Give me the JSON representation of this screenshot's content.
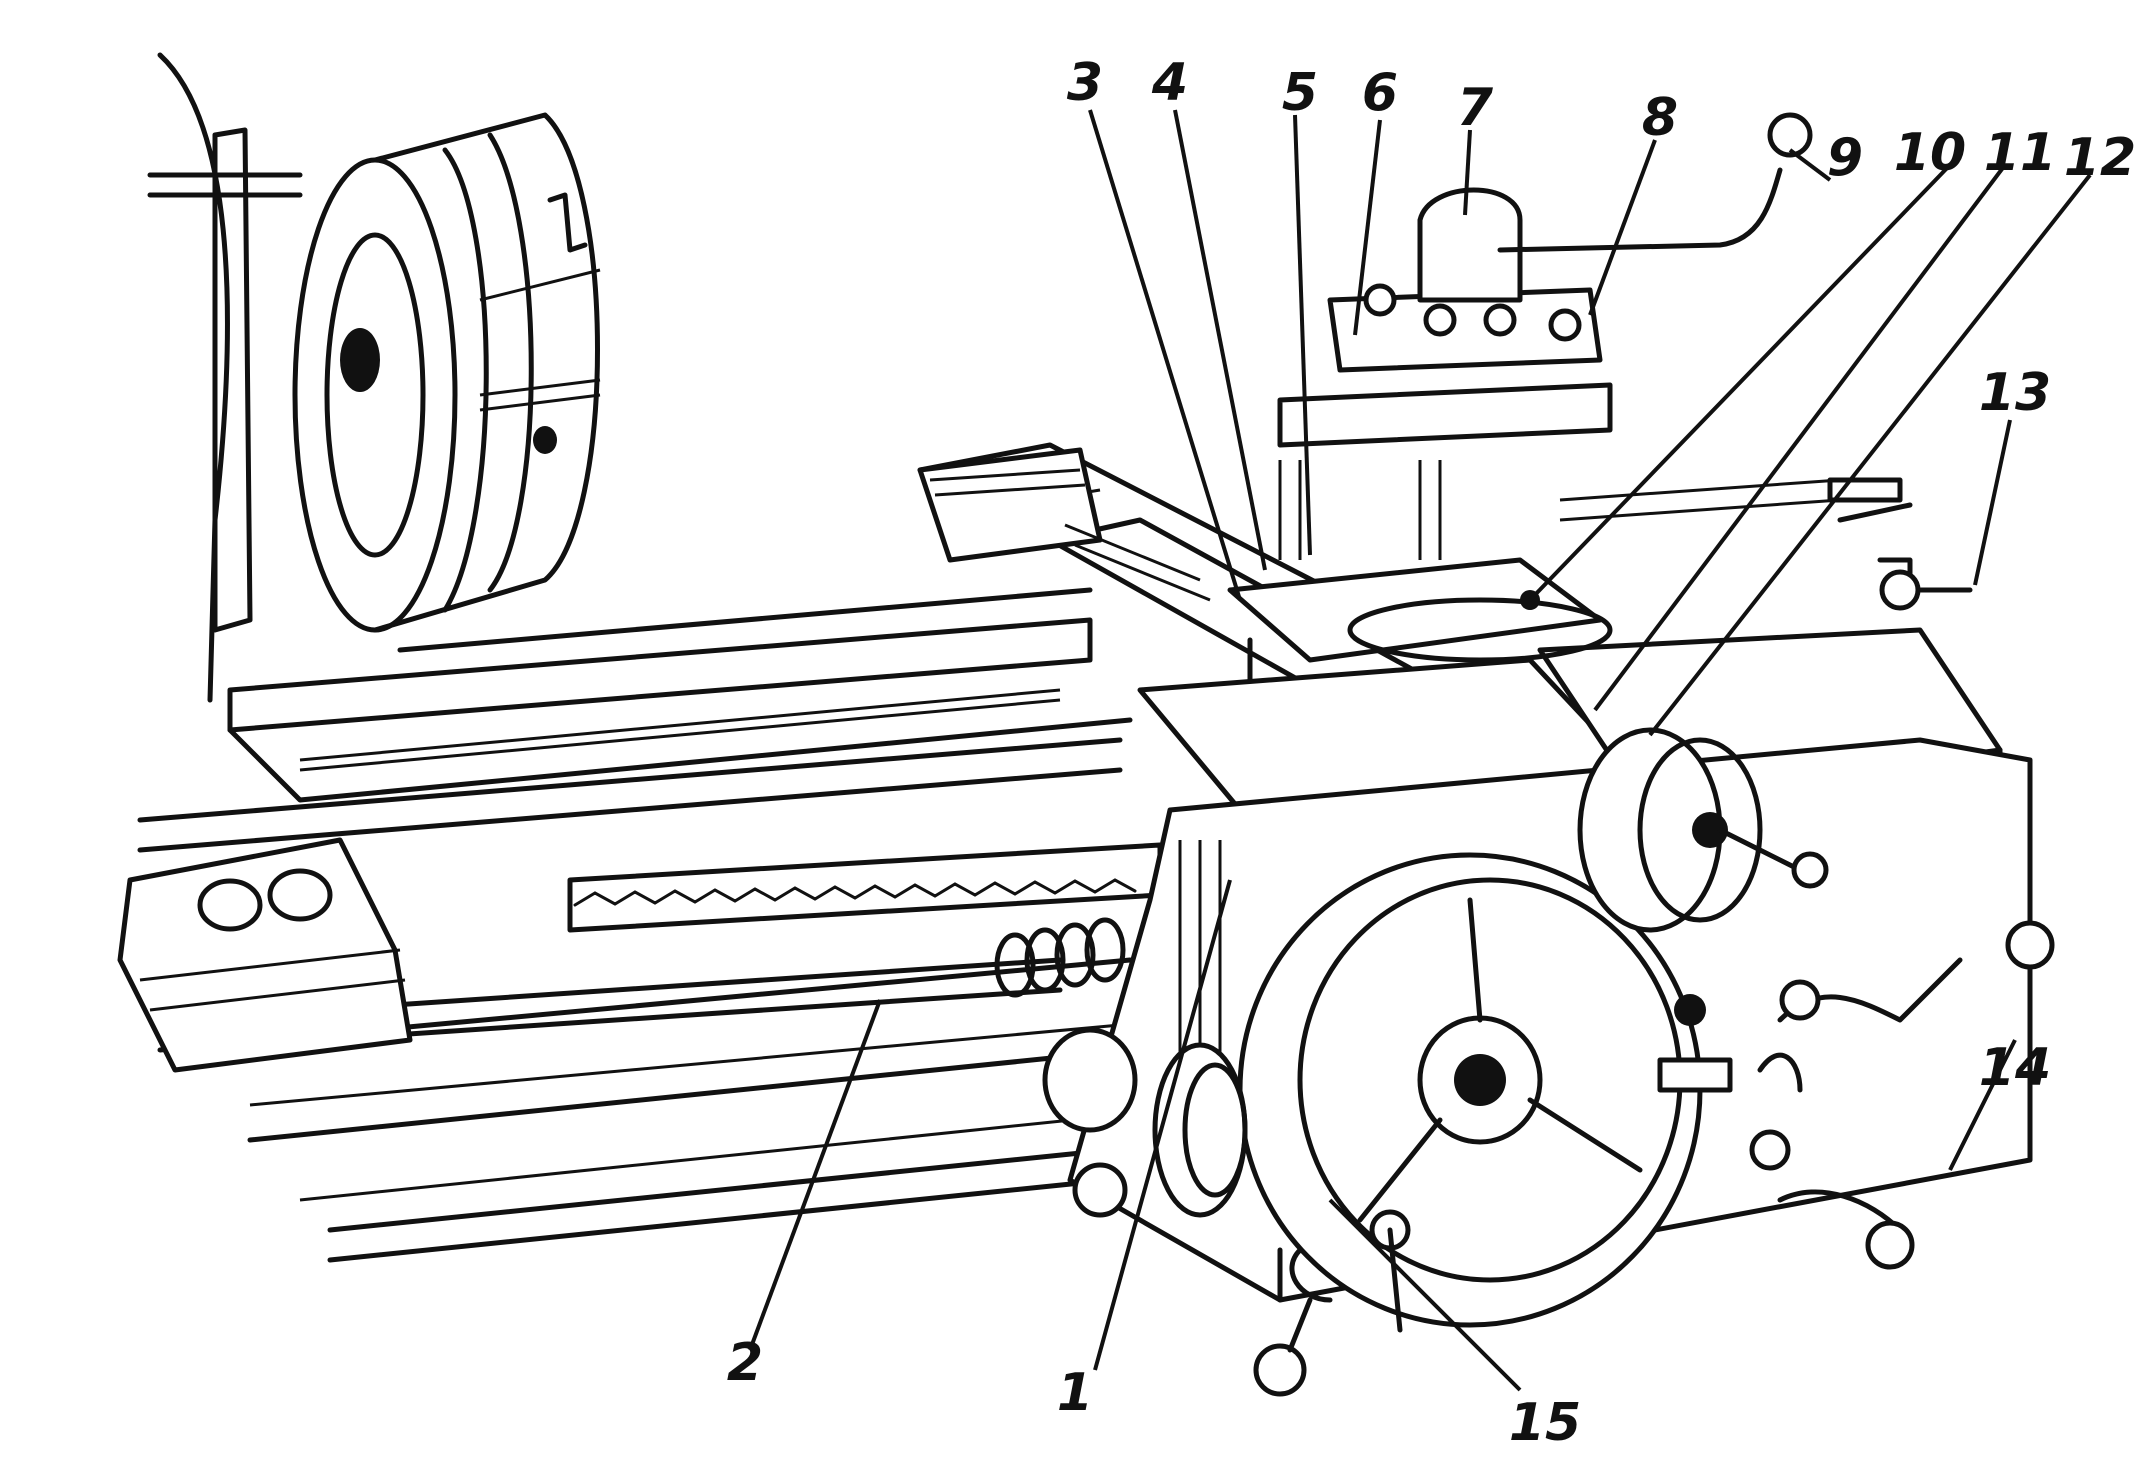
{
  "figure": {
    "callouts": [
      {
        "id": "1",
        "label": "1"
      },
      {
        "id": "2",
        "label": "2"
      },
      {
        "id": "3",
        "label": "3"
      },
      {
        "id": "4",
        "label": "4"
      },
      {
        "id": "5",
        "label": "5"
      },
      {
        "id": "6",
        "label": "6"
      },
      {
        "id": "7",
        "label": "7"
      },
      {
        "id": "8",
        "label": "8"
      },
      {
        "id": "9",
        "label": "9"
      },
      {
        "id": "10",
        "label": "10"
      },
      {
        "id": "11",
        "label": "11"
      },
      {
        "id": "12",
        "label": "12"
      },
      {
        "id": "13",
        "label": "13"
      },
      {
        "id": "14",
        "label": "14"
      },
      {
        "id": "15",
        "label": "15"
      }
    ],
    "colors": {
      "ink": "#111111",
      "paper": "#ffffff"
    }
  }
}
